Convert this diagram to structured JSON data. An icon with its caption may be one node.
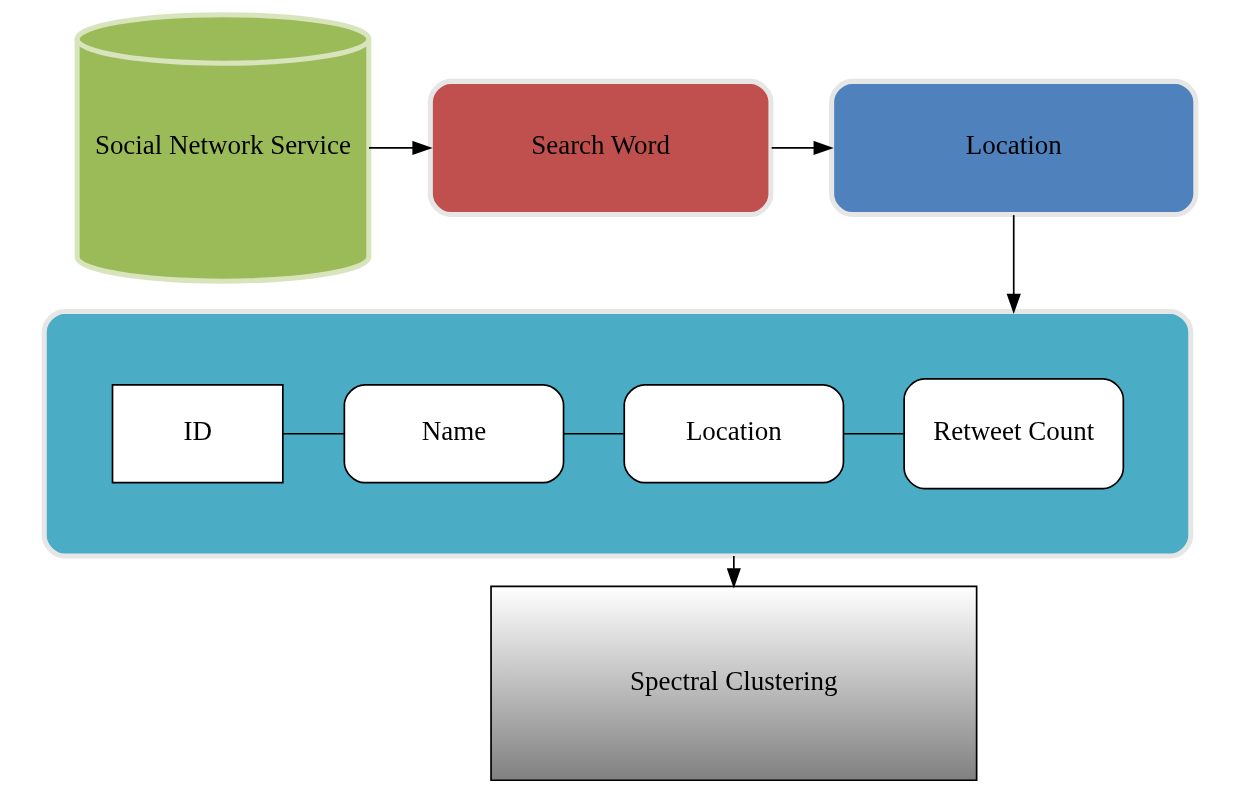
{
  "diagram": {
    "nodes": [
      {
        "text": [
          "Social Network Service"
        ]
      },
      {
        "text": [
          "Search Word"
        ]
      },
      {
        "text": [
          "Location"
        ]
      },
      {
        "text": [],
        "shape": "box"
      },
      {
        "text": [
          "ID"
        ],
        "in": 3
      },
      {
        "text": [
          "Name"
        ],
        "in": 3
      },
      {
        "text": [
          "Location"
        ],
        "in": 3
      },
      {
        "text": [
          "Retweet Count"
        ],
        "in": 3
      },
      {
        "text": [
          "Spectral Clustering"
        ]
      }
    ],
    "edges": [
      {
        "from": 0,
        "to": 1,
        "arrow": "to"
      },
      {
        "from": 1,
        "to": 2,
        "arrow": "to"
      },
      {
        "from": 2,
        "to": 3,
        "arrow": "to"
      },
      {
        "from": 4,
        "to": 5,
        "arrow": "none"
      },
      {
        "from": 5,
        "to": 6,
        "arrow": "none"
      },
      {
        "from": 6,
        "to": 7,
        "arrow": "none"
      },
      {
        "from": 3,
        "to": 8,
        "arrow": "to"
      }
    ]
  }
}
